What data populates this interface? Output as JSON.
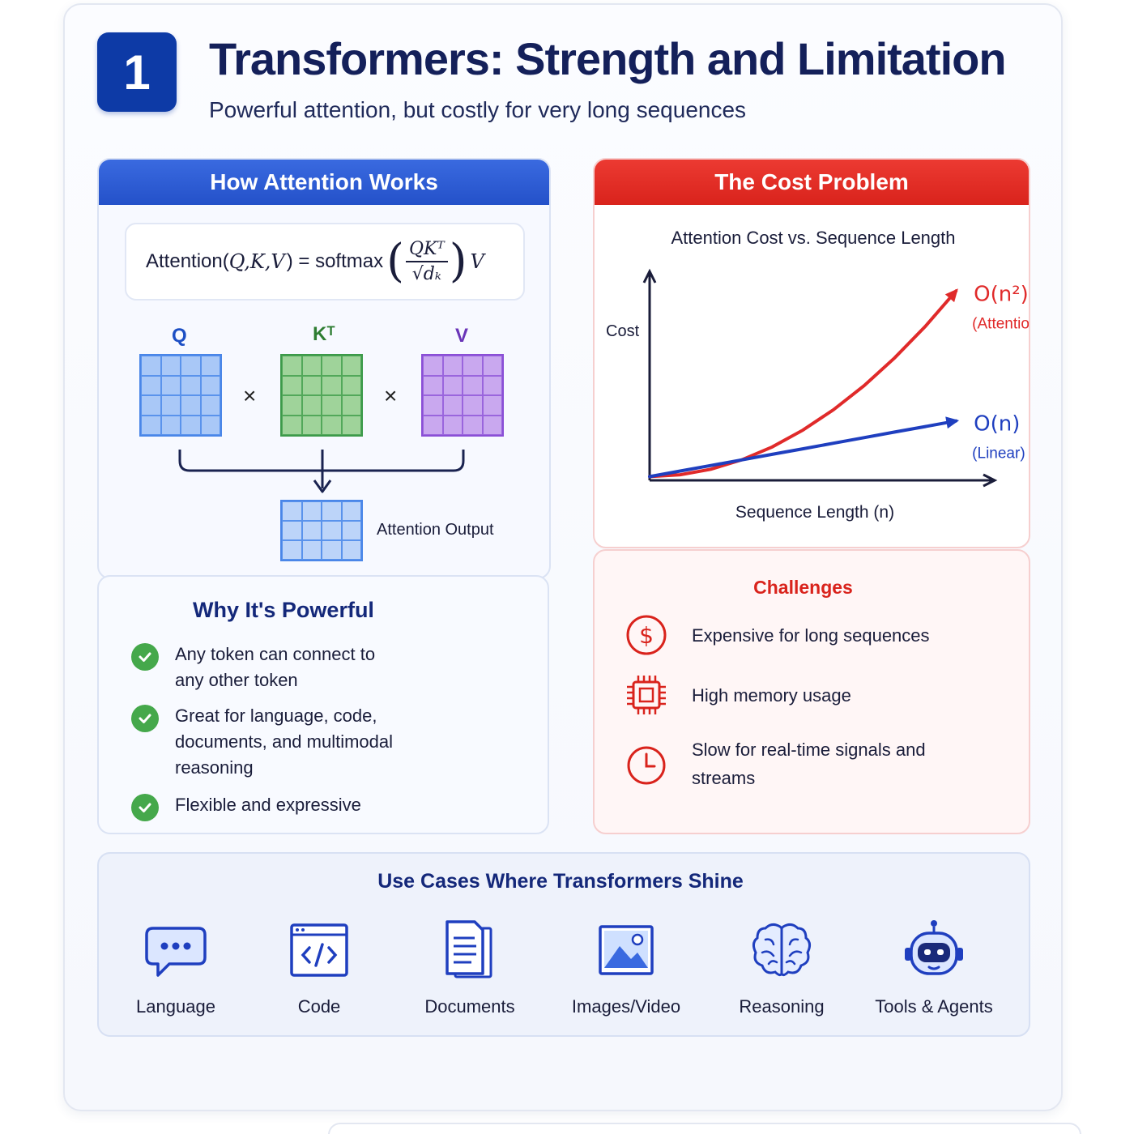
{
  "header": {
    "step_number": "1",
    "title": "Transformers: Strength and Limitation",
    "subtitle": "Powerful attention, but costly for very long sequences"
  },
  "attention_panel": {
    "heading": "How Attention Works",
    "formula": {
      "lhs": "Attention(",
      "args": "Q,K,V",
      "eq": ") = softmax",
      "numerator": "QKᵀ",
      "denominator": "√dₖ",
      "tail": "V"
    },
    "matrices": {
      "q_label": "Q",
      "k_label": "Kᵀ",
      "v_label": "V",
      "times_symbol": "×",
      "output_label": "Attention Output"
    },
    "colors": {
      "q": "#4a86e8",
      "k": "#3c9a4a",
      "v": "#8a4fd6",
      "q_label": "#1d4fc4",
      "k_label": "#2e7d32",
      "v_label": "#6a35b8"
    }
  },
  "why_panel": {
    "title": "Why It's Powerful",
    "items": [
      {
        "text": "Any token can connect to any other token"
      },
      {
        "text": "Great for language, code, documents, and multimodal reasoning"
      },
      {
        "text": "Flexible and expressive"
      }
    ]
  },
  "cost_panel": {
    "heading": "The Cost Problem",
    "chart_data": {
      "type": "line",
      "title": "Attention Cost vs. Sequence Length",
      "xlabel": "Sequence Length (n)",
      "ylabel": "Cost",
      "x": [
        0,
        1,
        2,
        3,
        4,
        5,
        6,
        7,
        8,
        9,
        10
      ],
      "xlim": [
        0,
        11
      ],
      "ylim": [
        0,
        110
      ],
      "series": [
        {
          "name": "O(n²)",
          "sublabel": "(Attention)",
          "color": "#e02a2a",
          "values": [
            2,
            3,
            6,
            11,
            18,
            27,
            38,
            51,
            66,
            83,
            102
          ]
        },
        {
          "name": "O(n)",
          "sublabel": "(Linear)",
          "color": "#1f3fbf",
          "values": [
            2,
            5,
            8,
            11,
            14,
            17,
            20,
            23,
            26,
            29,
            32
          ]
        }
      ],
      "grid": false,
      "legend": "inline-right"
    }
  },
  "challenges_panel": {
    "title": "Challenges",
    "items": [
      {
        "icon": "dollar-icon",
        "text": "Expensive for long sequences"
      },
      {
        "icon": "memory-chip-icon",
        "text": "High memory usage"
      },
      {
        "icon": "clock-icon",
        "text": "Slow for real-time signals and streams"
      }
    ],
    "accent": "#d9231c"
  },
  "use_cases": {
    "title": "Use Cases Where Transformers Shine",
    "items": [
      {
        "icon": "chat-bubble-icon",
        "label": "Language"
      },
      {
        "icon": "code-window-icon",
        "label": "Code"
      },
      {
        "icon": "documents-icon",
        "label": "Documents"
      },
      {
        "icon": "image-icon",
        "label": "Images/Video"
      },
      {
        "icon": "brain-icon",
        "label": "Reasoning"
      },
      {
        "icon": "robot-icon",
        "label": "Tools & Agents"
      }
    ],
    "icon_color": "#1f3fbf"
  }
}
